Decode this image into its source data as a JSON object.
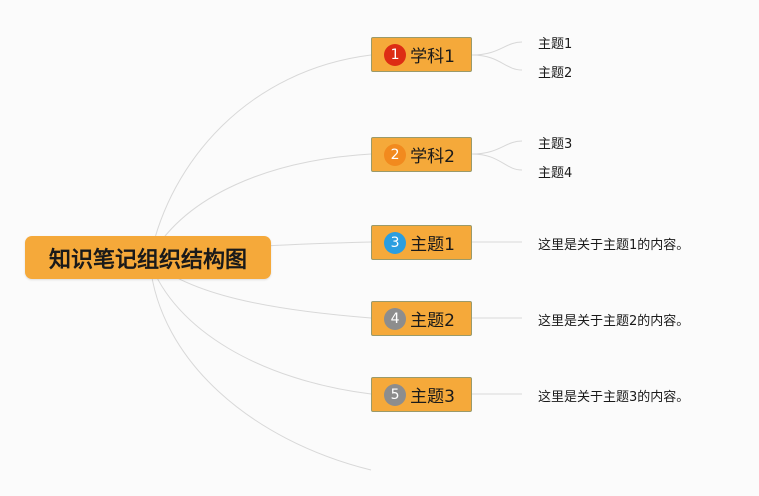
{
  "root": {
    "label": "知识笔记组织结构图"
  },
  "branches": [
    {
      "num": "1",
      "label": "学科1",
      "badge_color": "#dd2d14"
    },
    {
      "num": "2",
      "label": "学科2",
      "badge_color": "#f28a1e"
    },
    {
      "num": "3",
      "label": "主题1",
      "badge_color": "#2a9ee0"
    },
    {
      "num": "4",
      "label": "主题2",
      "badge_color": "#8d8d8d"
    },
    {
      "num": "5",
      "label": "主题3",
      "badge_color": "#8d8d8d"
    }
  ],
  "leaves": [
    "主题1",
    "主题2",
    "主题3",
    "主题4",
    "这里是关于主题1的内容。",
    "这里是关于主题2的内容。",
    "这里是关于主题3的内容。"
  ],
  "colors": {
    "node_fill": "#f5a93a",
    "connector": "#d8d8d8"
  }
}
